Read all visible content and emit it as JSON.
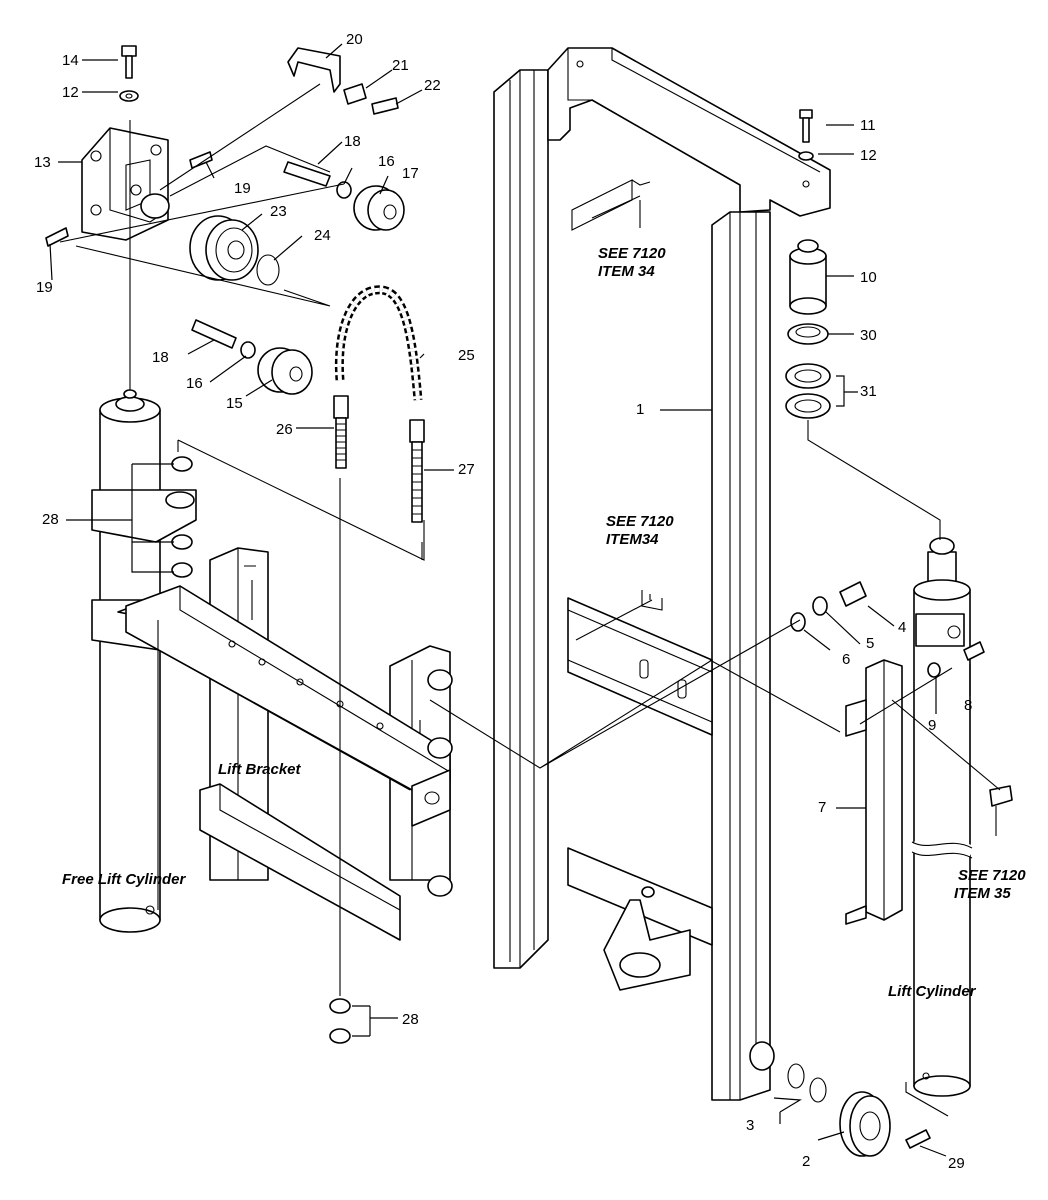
{
  "callouts": {
    "c1": "1",
    "c2": "2",
    "c3": "3",
    "c4": "4",
    "c5": "5",
    "c6": "6",
    "c7": "7",
    "c8": "8",
    "c9": "9",
    "c10": "10",
    "c11": "11",
    "c12a": "12",
    "c12b": "12",
    "c13": "13",
    "c14": "14",
    "c15": "15",
    "c16a": "16",
    "c16b": "16",
    "c17": "17",
    "c18a": "18",
    "c18b": "18",
    "c19a": "19",
    "c19b": "19",
    "c20": "20",
    "c21": "21",
    "c22": "22",
    "c23": "23",
    "c24": "24",
    "c25": "25",
    "c26": "26",
    "c27": "27",
    "c28a": "28",
    "c28b": "28",
    "c29": "29",
    "c30": "30",
    "c31": "31"
  },
  "notes": {
    "see34_line1": "SEE 7120",
    "see34_line2": "ITEM 34",
    "seeitem34_line1": "SEE 7120",
    "seeitem34_line2": "ITEM34",
    "see35_line1": "SEE 7120",
    "see35_line2": "ITEM 35"
  },
  "labels": {
    "lift_bracket": "Lift  Bracket",
    "free_lift_cylinder": "Free Lift Cylinder",
    "lift_cylinder": "Lift Cylinder"
  }
}
